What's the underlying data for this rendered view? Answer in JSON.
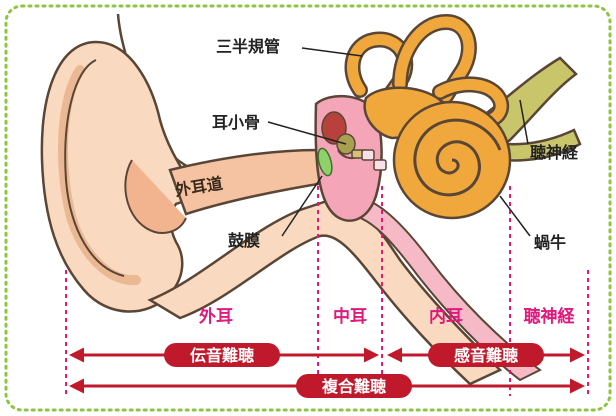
{
  "labels": {
    "semicircular_canals": "三半規管",
    "ossicles": "耳小骨",
    "external_canal": "外耳道",
    "eardrum": "鼓膜",
    "auditory_nerve": "聴神経",
    "cochlea": "蝸牛"
  },
  "sections": {
    "outer": "外耳",
    "middle": "中耳",
    "inner": "内耳",
    "nerve": "聴神経"
  },
  "hearing_loss": {
    "conductive": "伝音難聴",
    "sensorineural": "感音難聴",
    "mixed": "複合難聴"
  },
  "colors": {
    "frame": "#8cc63f",
    "section_text": "#e0197d",
    "divider": "#e0197d",
    "pill": "#c0192c",
    "skin": "#f9d9bf",
    "cochlea": "#f0a83c",
    "nerve": "#c9c56a"
  }
}
